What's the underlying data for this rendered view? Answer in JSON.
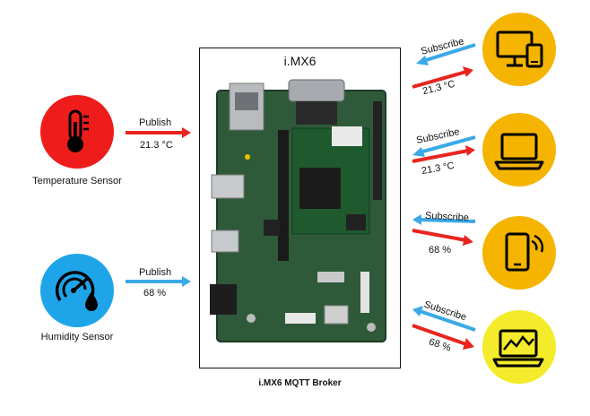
{
  "broker": {
    "title": "i.MX6",
    "caption": "i.MX6 MQTT Broker"
  },
  "publishers": [
    {
      "caption": "Temperature Sensor",
      "action": "Publish",
      "value": "21.3 °C",
      "icon": "thermometer-icon",
      "color": "#ef1c1c"
    },
    {
      "caption": "Humidity Sensor",
      "action": "Publish",
      "value": "68 %",
      "icon": "humidity-gauge-icon",
      "color": "#1ea5e9"
    }
  ],
  "subscribers": [
    {
      "action": "Subscribe",
      "value": "21.3 °C",
      "icon": "desktop-computer-icon",
      "color": "#f4b400"
    },
    {
      "action": "Subscribe",
      "value": "21.3 °C",
      "icon": "laptop-icon",
      "color": "#f4b400"
    },
    {
      "action": "Subscribe",
      "value": "68 %",
      "icon": "smartphone-icon",
      "color": "#f4b400"
    },
    {
      "action": "Subscribe",
      "value": "68 %",
      "icon": "laptop-chart-icon",
      "color": "#f4eb2a"
    }
  ],
  "arrow_colors": {
    "red": "#e8241f",
    "blue": "#3aa9e6"
  }
}
